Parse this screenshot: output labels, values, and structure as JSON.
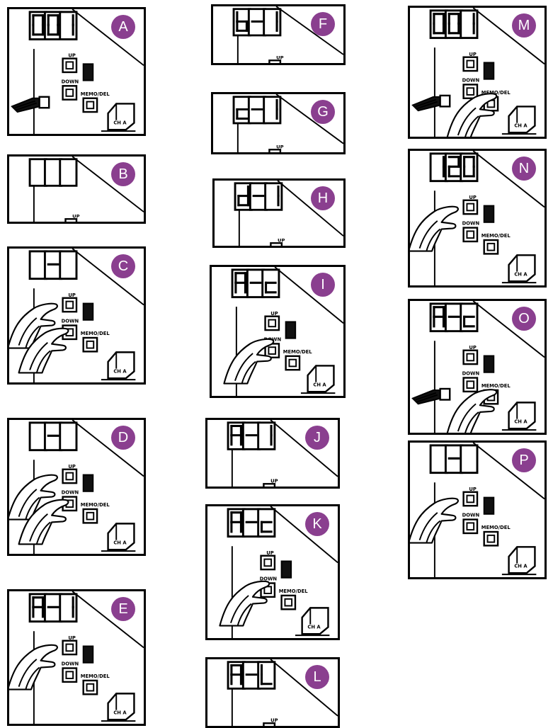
{
  "panels": [
    {
      "label": "A",
      "digits": [
        "0",
        "0",
        "1"
      ],
      "style": "full",
      "hand": "none",
      "jumper": true
    },
    {
      "label": "B",
      "digits": [
        "",
        "",
        ""
      ],
      "style": "strip",
      "hand": "none",
      "jumper": false
    },
    {
      "label": "C",
      "digits": [
        "",
        "-",
        ""
      ],
      "style": "full",
      "hand": "up-down",
      "jumper": false
    },
    {
      "label": "D",
      "digits": [
        "",
        "-",
        ""
      ],
      "style": "full",
      "hand": "up-down",
      "jumper": false
    },
    {
      "label": "E",
      "digits": [
        "A",
        "-",
        "1"
      ],
      "style": "full",
      "hand": "up",
      "jumper": false
    },
    {
      "label": "F",
      "digits": [
        "b",
        "-",
        "1"
      ],
      "style": "strip",
      "hand": "none",
      "jumper": false
    },
    {
      "label": "G",
      "digits": [
        "c",
        "-",
        "1"
      ],
      "style": "strip",
      "hand": "none",
      "jumper": false
    },
    {
      "label": "H",
      "digits": [
        "d",
        "-",
        "1"
      ],
      "style": "strip",
      "hand": "none",
      "jumper": false
    },
    {
      "label": "I",
      "digits": [
        "A",
        "-",
        "c"
      ],
      "style": "full",
      "hand": "down",
      "jumper": false
    },
    {
      "label": "J",
      "digits": [
        "A",
        "-",
        "1"
      ],
      "style": "strip",
      "hand": "none",
      "jumper": false
    },
    {
      "label": "K",
      "digits": [
        "A",
        "-",
        "c"
      ],
      "style": "full",
      "hand": "down",
      "jumper": false
    },
    {
      "label": "L",
      "digits": [
        "A",
        "-",
        "L"
      ],
      "style": "strip",
      "hand": "none",
      "jumper": false
    },
    {
      "label": "M",
      "digits": [
        "0",
        "0",
        "1"
      ],
      "style": "full",
      "hand": "memo",
      "jumper": true
    },
    {
      "label": "N",
      "digits": [
        "1",
        "2",
        "0"
      ],
      "style": "full",
      "hand": "up",
      "jumper": false
    },
    {
      "label": "O",
      "digits": [
        "A",
        "-",
        "c"
      ],
      "style": "full",
      "hand": "memo",
      "jumper": true
    },
    {
      "label": "P",
      "digits": [
        "",
        "-",
        ""
      ],
      "style": "full",
      "hand": "up",
      "jumper": false
    }
  ],
  "button_labels": {
    "up": "UP",
    "down": "DOWN",
    "memo": "MEMO/DEL",
    "ch": "CH A"
  },
  "colors": {
    "badge": "#8a3f8f",
    "line": "#000000"
  }
}
